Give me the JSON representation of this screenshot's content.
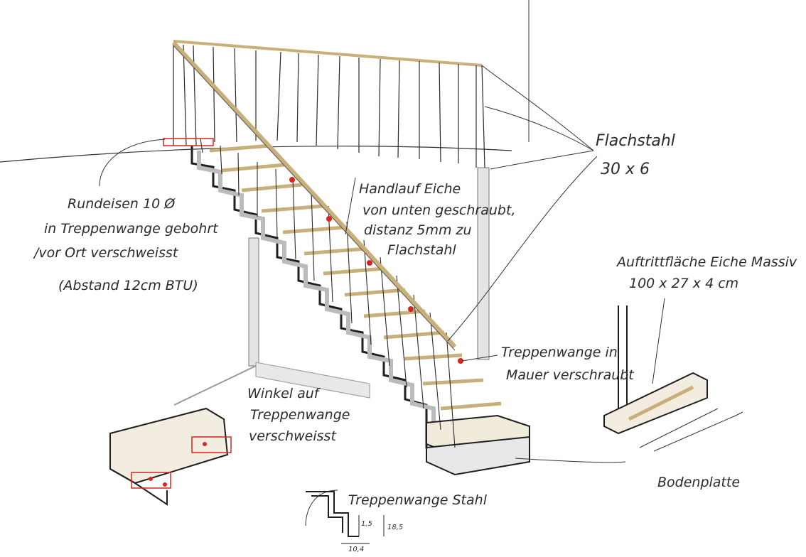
{
  "labels": {
    "rundeisen_line1": "Rundeisen 10 Ø",
    "rundeisen_line2": "in Treppenwange gebohrt",
    "rundeisen_line3": "/vor Ort verschweisst",
    "rundeisen_line4": "(Abstand 12cm BTU)",
    "handlauf_line1": "Handlauf Eiche",
    "handlauf_line2": "von unten geschraubt,",
    "handlauf_line3": "distanz 5mm zu",
    "handlauf_line4": "Flachstahl",
    "flachstahl_line1": "Flachstahl",
    "flachstahl_line2": "30 x 6",
    "auftritt_line1": "Auftrittfläche Eiche Massiv",
    "auftritt_line2": "100 x 27 x 4 cm",
    "wange_mauer_line1": "Treppenwange in",
    "wange_mauer_line2": "Mauer verschraubt",
    "winkel_line1": "Winkel auf",
    "winkel_line2": "Treppenwange",
    "winkel_line3": "verschweisst",
    "bodenplatte": "Bodenplatte",
    "wange_stahl": "Treppenwange Stahl",
    "dim_a": "1,5",
    "dim_b": "18,5",
    "dim_c": "10,4"
  },
  "colors": {
    "ink": "#1f1f1f",
    "wood": "#c9b07a",
    "wood_light": "#e8dcc0",
    "shadow": "#d9d9d9",
    "accent_red": "#d8261c"
  }
}
